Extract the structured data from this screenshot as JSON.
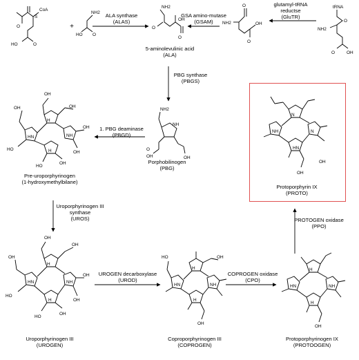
{
  "substrates": {
    "succinyl_coa_group": "CoA",
    "plus": "+"
  },
  "enzymes": {
    "alas": {
      "name": "ALA synthase",
      "abbr": "(ALAS)"
    },
    "gsam": {
      "name": "GSA amino-mutase",
      "abbr": "(GSAM)"
    },
    "glutr": {
      "line1": "glutamyl-tRNA",
      "line2": "reductse",
      "abbr": "(GluTR)"
    },
    "pbgs": {
      "name": "PBG synthase",
      "abbr": "(PBGS)"
    },
    "pbgd": {
      "name": "1. PBG deaminase",
      "abbr": "(PBGD)"
    },
    "uros": {
      "line1": "Uroporphyrinogen III",
      "line2": "synthase",
      "abbr": "(UROS)"
    },
    "urod": {
      "name": "UROGEN decarboxylase",
      "abbr": "(UROD)"
    },
    "cpo": {
      "name": "COPROGEN oxidase",
      "abbr": "(CPO)"
    },
    "ppo": {
      "name": "PROTOGEN oxidase",
      "abbr": "(PPO)"
    }
  },
  "compounds": {
    "trna": {
      "name": "tRNA"
    },
    "ala": {
      "name": "5-aminolevulinic acid",
      "abbr": "(ALA)"
    },
    "pbg": {
      "name": "Porphobilinogen",
      "abbr": "(PBG)"
    },
    "preuro": {
      "name": "Pre-uroporphyrinogen",
      "abbr": "(1-hydroxymethylbilane)"
    },
    "urogen": {
      "name": "Uroporphyrinogen III",
      "abbr": "(UROGEN)"
    },
    "coprogen": {
      "name": "Coproporphyrinogen III",
      "abbr": "(COPROGEN)"
    },
    "protogen": {
      "name": "Protoporphyrinogen IX",
      "abbr": "(PROTOOGEN)"
    },
    "proto": {
      "name": "Protoporphyrin IX",
      "abbr": "(PROTO)"
    }
  },
  "atoms": {
    "oh": "OH",
    "nh2": "NH2",
    "nh": "NH",
    "hn": "HN",
    "n": "N",
    "h": "H",
    "o": "O",
    "s": "S",
    "ho": "HO"
  },
  "colors": {
    "highlight_box": "#e05050",
    "lines": "#000000"
  }
}
